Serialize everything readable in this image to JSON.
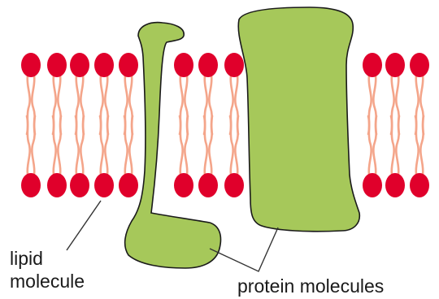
{
  "labels": {
    "lipid_line1": "lipid",
    "lipid_line2": "molecule",
    "protein": "protein molecules"
  },
  "colors": {
    "lipid_head": "#e0002b",
    "lipid_tail": "#f4a58a",
    "protein_fill": "#a6c85a",
    "protein_stroke": "#1a1a1a",
    "leader_line": "#333333",
    "background": "#ffffff"
  }
}
